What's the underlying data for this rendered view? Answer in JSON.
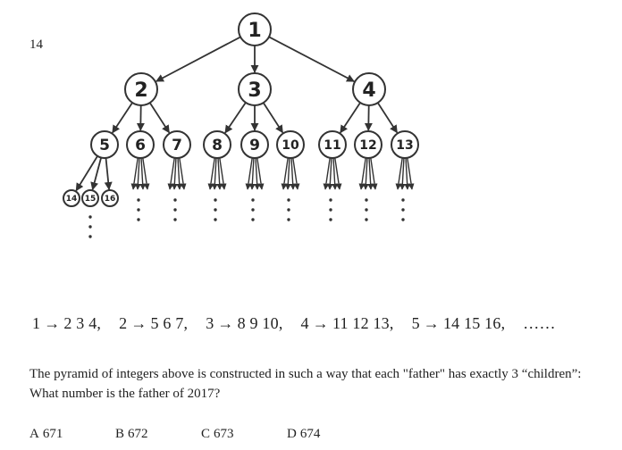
{
  "question_number": "14",
  "tree": {
    "root": "1",
    "level1": [
      "2",
      "3",
      "4"
    ],
    "level2": [
      "5",
      "6",
      "7",
      "8",
      "9",
      "10",
      "11",
      "12",
      "13"
    ],
    "level3": [
      "14",
      "15",
      "16"
    ]
  },
  "sequence": [
    {
      "parent": "1",
      "children": "2 3 4,"
    },
    {
      "parent": "2",
      "children": "5 6 7,"
    },
    {
      "parent": "3",
      "children": "8 9 10,"
    },
    {
      "parent": "4",
      "children": "11 12 13,"
    },
    {
      "parent": "5",
      "children": "14 15 16,"
    }
  ],
  "sequence_arrow": "→",
  "sequence_ellipsis": "……",
  "question": {
    "line1": "The pyramid of integers above is constructed in such a way that each \"father\" has exactly 3 “children”:",
    "line2": "What number is the father of 2017?"
  },
  "answers": [
    {
      "label": "A",
      "value": "671"
    },
    {
      "label": "B",
      "value": "672"
    },
    {
      "label": "C",
      "value": "673"
    },
    {
      "label": "D",
      "value": "674"
    }
  ]
}
